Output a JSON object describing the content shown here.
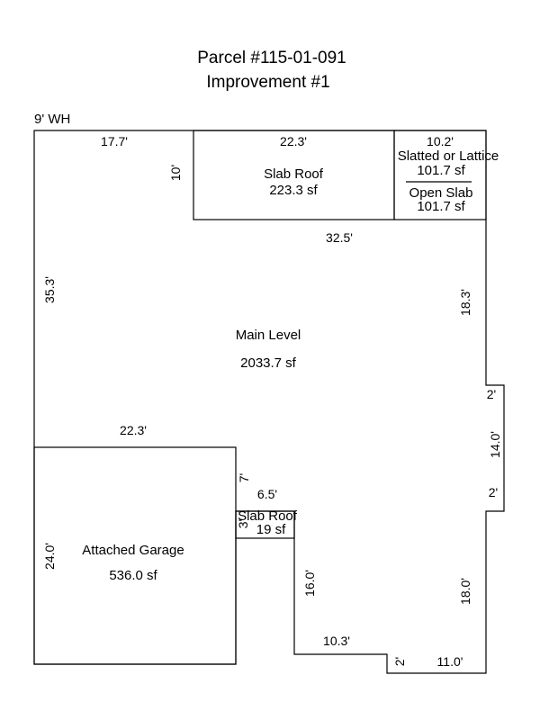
{
  "title": {
    "line1": "Parcel #115-01-091",
    "line2": "Improvement #1"
  },
  "corner_note": "9' WH",
  "areas": {
    "slab_roof_top": {
      "name": "Slab Roof",
      "area": "223.3 sf"
    },
    "slatted_lattice": {
      "name": "Slatted or Lattice",
      "area": "101.7 sf"
    },
    "open_slab": {
      "name": "Open Slab",
      "area": "101.7 sf"
    },
    "main_level": {
      "name": "Main Level",
      "area": "2033.7 sf"
    },
    "attached_garage": {
      "name": "Attached Garage",
      "area": "536.0 sf"
    },
    "slab_roof_small": {
      "name": "Slab Roof",
      "area": "19 sf"
    }
  },
  "dimensions": {
    "top_left_width": "17.7'",
    "slab_roof_width": "22.3'",
    "slatted_width": "10.2'",
    "slab_roof_height": "10'",
    "porch_bottom": "32.5'",
    "left_main": "35.3'",
    "right_upper": "18.3'",
    "bump_top": "2'",
    "bump_side": "14.0'",
    "bump_bottom": "2'",
    "garage_top": "22.3'",
    "garage_left": "24.0'",
    "notch_vertical": "7'",
    "notch_width": "6.5'",
    "small_slab_height": "3'",
    "lower_inner_vertical": "16.0'",
    "bottom_inner": "10.3'",
    "bottom_step": "2'",
    "bottom_right": "11.0'",
    "right_lower": "18.0'"
  }
}
